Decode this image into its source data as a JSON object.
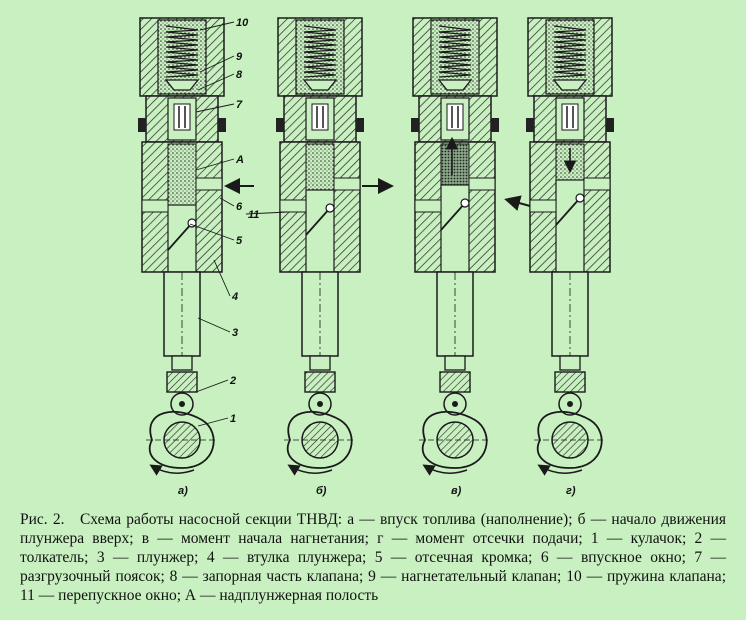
{
  "figure": {
    "part_numbers": [
      "10",
      "9",
      "8",
      "7",
      "A",
      "6",
      "5",
      "11",
      "4",
      "3",
      "2",
      "1"
    ],
    "panel_labels": [
      "а)",
      "б)",
      "в)",
      "г)"
    ]
  },
  "caption": {
    "label": "Рис. 2.",
    "text": "Схема работы насосной секции ТНВД: а — впуск топлива (наполнение); б — начало движения плунжера вверх; в — момент начала нагнетания; г — момент отсечки подачи; 1 — кулачок; 2 — толкатель; 3 — плунжер; 4 — втулка плунжера; 5 — отсечная кромка; 6 — впускное окно; 7 — разгрузочный поясок; 8 — запорная часть клапана; 9 — нагнетательный клапан; 10 — пружина клапана; 11 — перепускное окно; А — надплунжерная полость"
  },
  "colors": {
    "background": "#c8f0c0",
    "line": "#1a1a1a"
  }
}
